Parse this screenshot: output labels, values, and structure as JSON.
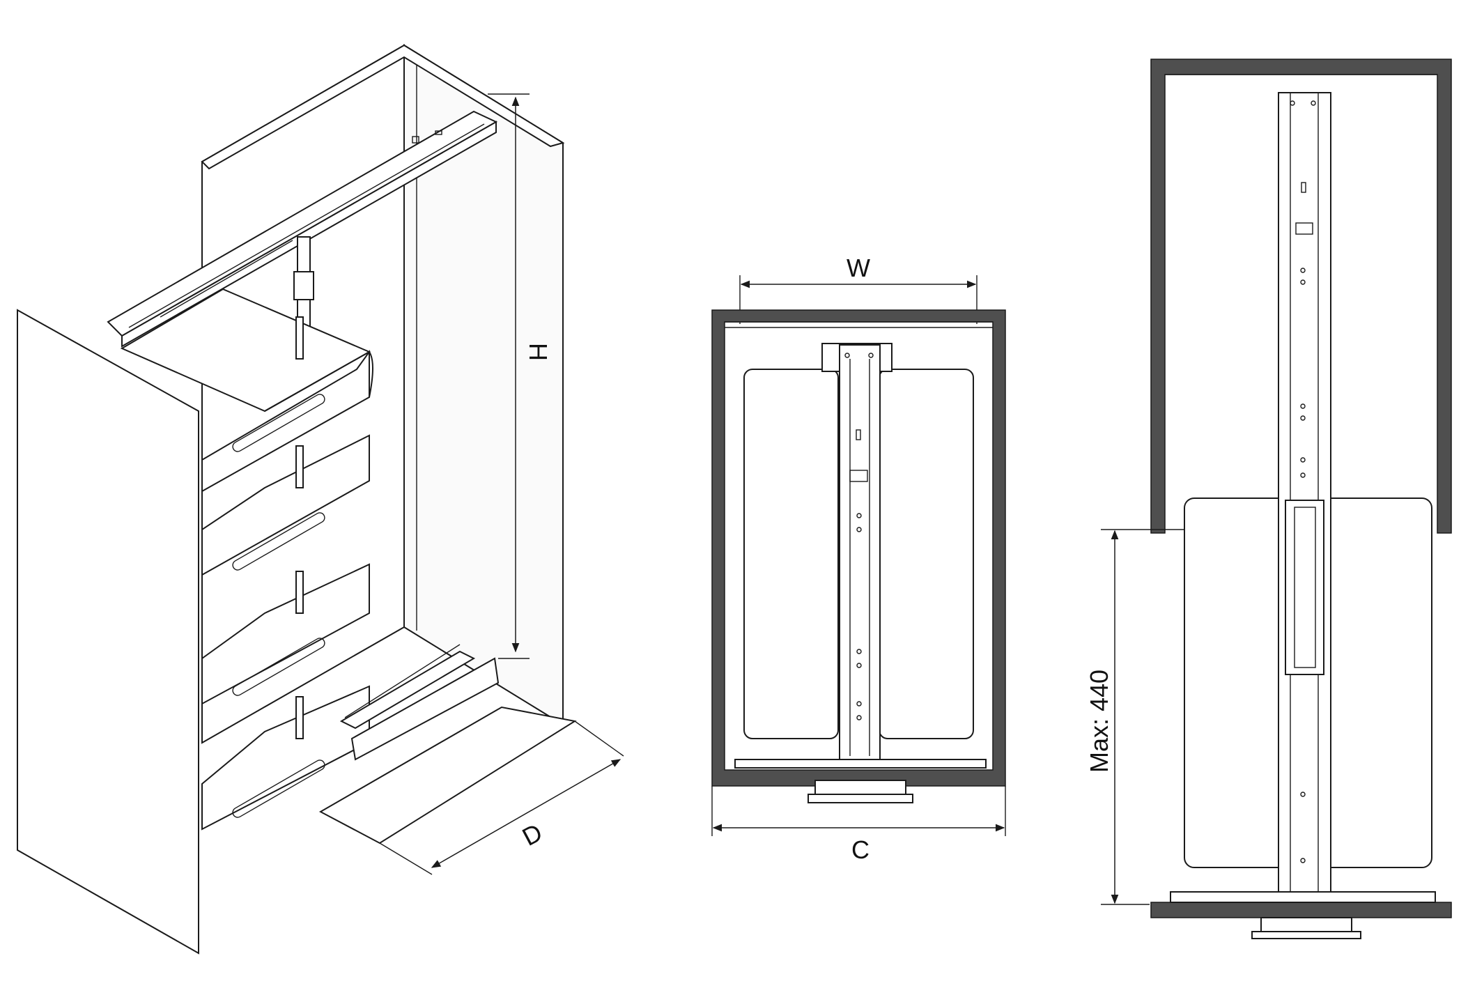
{
  "dimensions": {
    "height_label": "H",
    "depth_label": "D",
    "width_label": "W",
    "cabinet_label": "C",
    "max_label": "Max: 440"
  },
  "colors": {
    "line": "#1a1a1a",
    "frame": "#4f4f4f",
    "background": "#ffffff"
  }
}
